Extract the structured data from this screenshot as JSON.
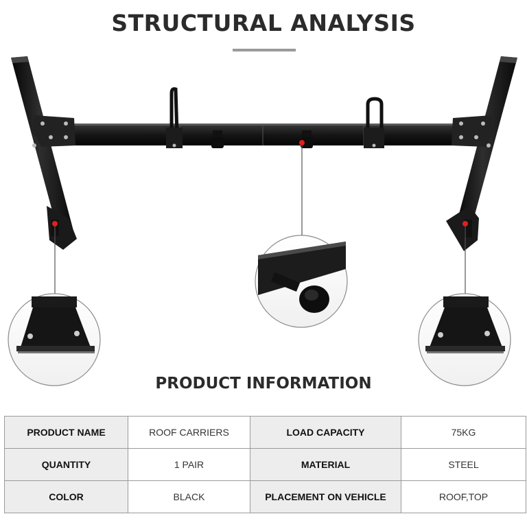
{
  "header": {
    "title": "STRUCTURAL ANALYSIS"
  },
  "illustration": {
    "subject": "roof carrier rack",
    "frame_color": "#1a1a1a",
    "callout_dot_color": "#e02020",
    "callouts": [
      {
        "name": "left-foot-bracket-detail"
      },
      {
        "name": "center-knob-detail"
      },
      {
        "name": "right-foot-bracket-detail"
      }
    ]
  },
  "info": {
    "title": "PRODUCT INFORMATION",
    "rows": [
      {
        "label1": "PRODUCT NAME",
        "value1": "ROOF CARRIERS",
        "label2": "LOAD CAPACITY",
        "value2": "75KG"
      },
      {
        "label1": "QUANTITY",
        "value1": "1 PAIR",
        "label2": "MATERIAL",
        "value2": "STEEL"
      },
      {
        "label1": "COLOR",
        "value1": "BLACK",
        "label2": "PLACEMENT ON VEHICLE",
        "value2": "ROOF,TOP"
      }
    ]
  },
  "colors": {
    "label_cell_bg": "#ededed",
    "border": "#9a9a9a",
    "title_text": "#2b2b2b"
  }
}
